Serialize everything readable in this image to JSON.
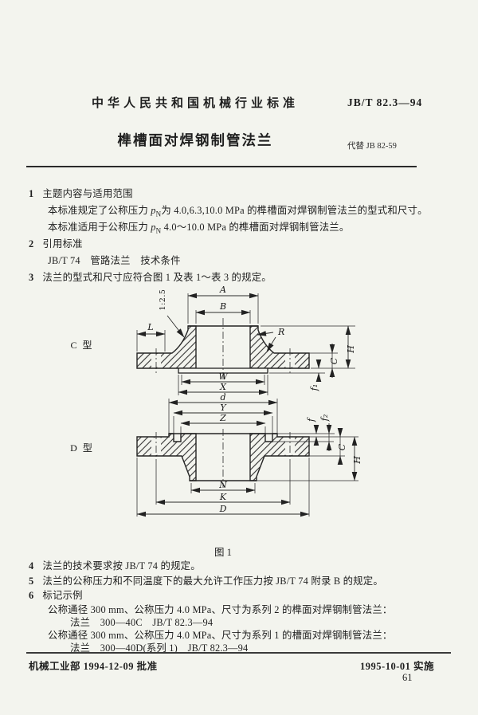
{
  "header": {
    "org_line": "中华人民共和国机械行业标准",
    "std_no": "JB/T 82.3—94",
    "title": "榫槽面对焊钢制管法兰",
    "supersedes": "代替 JB 82-59"
  },
  "body": {
    "sec1": {
      "num": "1",
      "title": "主题内容与适用范围"
    },
    "p1a": {
      "pre": "本标准规定了公称压力 ",
      "sym": "p",
      "sub": "N",
      "post": "为 4.0,6.3,10.0 MPa 的榫槽面对焊钢制管法兰的型式和尺寸。"
    },
    "p1b": {
      "pre": "本标准适用于公称压力 ",
      "sym": "p",
      "sub": "N",
      "post": " 4.0～10.0 MPa 的榫槽面对焊钢制管法兰。"
    },
    "sec2": {
      "num": "2",
      "title": "引用标准"
    },
    "p2a": "JB/T 74　管路法兰　技术条件",
    "sec3": {
      "num": "3",
      "title": "法兰的型式和尺寸应符合图 1 及表 1～表 3 的规定。"
    },
    "sec4": {
      "num": "4",
      "title": "法兰的技术要求按 JB/T 74 的规定。"
    },
    "sec5": {
      "num": "5",
      "title": "法兰的公称压力和不同温度下的最大允许工作压力按 JB/T 74 附录 B 的规定。"
    },
    "sec6": {
      "num": "6",
      "title": "标记示例"
    },
    "ex1": "公称通径 300 mm、公称压力 4.0 MPa、尺寸为系列 2 的榫面对焊钢制管法兰：",
    "ex1b": "法兰　300—40C　JB/T 82.3—94",
    "ex2": "公称通径 300 mm、公称压力 4.0 MPa、尺寸为系列 1 的槽面对焊钢制管法兰：",
    "ex2b": "法兰　300—40D(系列 1)　JB/T 82.3—94"
  },
  "figure": {
    "caption": "图 1",
    "type_c_label": "C 型",
    "type_d_label": "D 型",
    "taper_note": "1:2.5",
    "dims_c": {
      "A": "A",
      "B": "B",
      "L": "L",
      "R": "R",
      "H": "H",
      "C": "C",
      "f1": "f₁",
      "W": "W",
      "X": "X",
      "d": "d"
    },
    "dims_d": {
      "Y": "Y",
      "Z": "Z",
      "f": "f",
      "f2": "f₂",
      "C": "C",
      "H": "H",
      "N": "N",
      "K": "K",
      "D": "D"
    }
  },
  "footer": {
    "approved": "机械工业部 1994-12-09 批准",
    "effective": "1995-10-01 实施",
    "page_number": "61"
  }
}
